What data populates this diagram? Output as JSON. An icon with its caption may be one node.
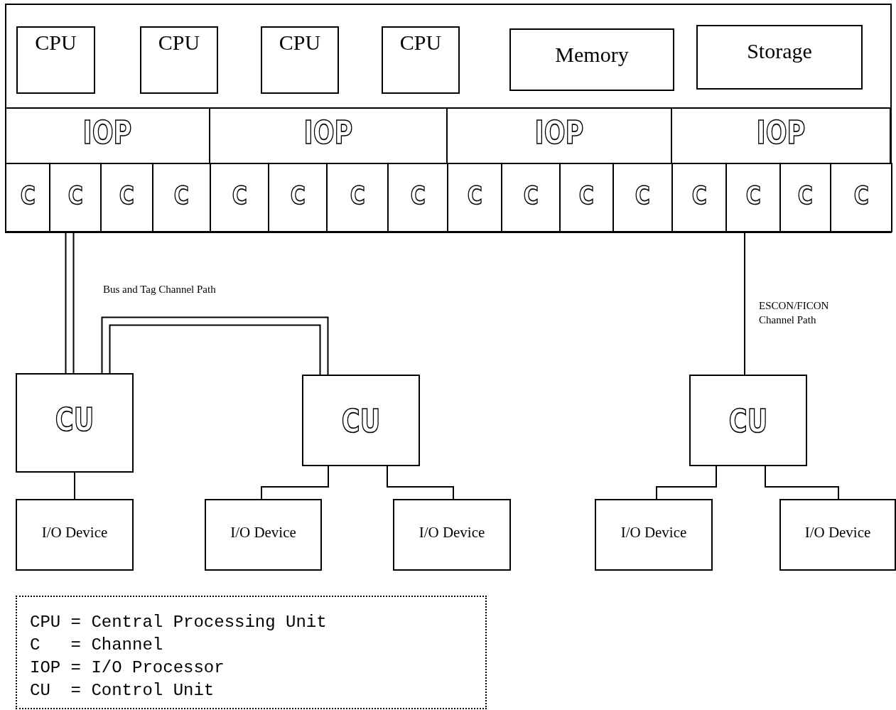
{
  "diagram": {
    "nodes": [
      {
        "text": [],
        "shape": "box"
      },
      {
        "text": [
          "CPU"
        ],
        "in": 0
      },
      {
        "text": [
          "CPU"
        ],
        "in": 0
      },
      {
        "text": [
          "CPU"
        ],
        "in": 0
      },
      {
        "text": [
          "CPU"
        ],
        "in": 0
      },
      {
        "text": [
          "Memory"
        ],
        "in": 0
      },
      {
        "text": [
          "Storage"
        ],
        "in": 0
      },
      {
        "text": [
          "IOP"
        ],
        "in": 0
      },
      {
        "text": [
          "IOP"
        ],
        "in": 0
      },
      {
        "text": [
          "IOP"
        ],
        "in": 0
      },
      {
        "text": [
          "IOP"
        ],
        "in": 0
      },
      {
        "text": [
          "C"
        ],
        "in": 0
      },
      {
        "text": [
          "C"
        ],
        "in": 0
      },
      {
        "text": [
          "C"
        ],
        "in": 0
      },
      {
        "text": [
          "C"
        ],
        "in": 0
      },
      {
        "text": [
          "C"
        ],
        "in": 0
      },
      {
        "text": [
          "C"
        ],
        "in": 0
      },
      {
        "text": [
          "C"
        ],
        "in": 0
      },
      {
        "text": [
          "C"
        ],
        "in": 0
      },
      {
        "text": [
          "C"
        ],
        "in": 0
      },
      {
        "text": [
          "C"
        ],
        "in": 0
      },
      {
        "text": [
          "C"
        ],
        "in": 0
      },
      {
        "text": [
          "C"
        ],
        "in": 0
      },
      {
        "text": [
          "C"
        ],
        "in": 0
      },
      {
        "text": [
          "C"
        ],
        "in": 0
      },
      {
        "text": [
          "C"
        ],
        "in": 0
      },
      {
        "text": [
          "C"
        ],
        "in": 0
      },
      {
        "text": [
          "CU"
        ]
      },
      {
        "text": [
          "CU"
        ]
      },
      {
        "text": [
          "CU"
        ]
      },
      {
        "text": [
          "I/O Device"
        ]
      },
      {
        "text": [
          "I/O Device"
        ]
      },
      {
        "text": [
          "I/O Device"
        ]
      },
      {
        "text": [
          "I/O Device"
        ]
      },
      {
        "text": [
          "I/O Device"
        ]
      },
      {
        "text": [
          "CPU = Central Processing Unit",
          "C   = Channel",
          "IOP = I/O Processor",
          "CU  = Control Unit"
        ]
      }
    ],
    "edges": [
      {
        "from": 12,
        "to": 27,
        "arrow": "none",
        "style": "thick"
      },
      {
        "from": 27,
        "to": 28,
        "arrow": "none",
        "style": "thick"
      },
      {
        "from": 24,
        "to": 29,
        "arrow": "none"
      },
      {
        "from": 27,
        "to": 30,
        "arrow": "none"
      },
      {
        "from": 28,
        "to": 31,
        "arrow": "none"
      },
      {
        "from": 28,
        "to": 32,
        "arrow": "none"
      },
      {
        "from": 29,
        "to": 33,
        "arrow": "none"
      },
      {
        "from": 29,
        "to": 34,
        "arrow": "none"
      }
    ],
    "labels": [
      "Bus and Tag Channel Path",
      "ESCON/FICON Channel Path"
    ]
  }
}
